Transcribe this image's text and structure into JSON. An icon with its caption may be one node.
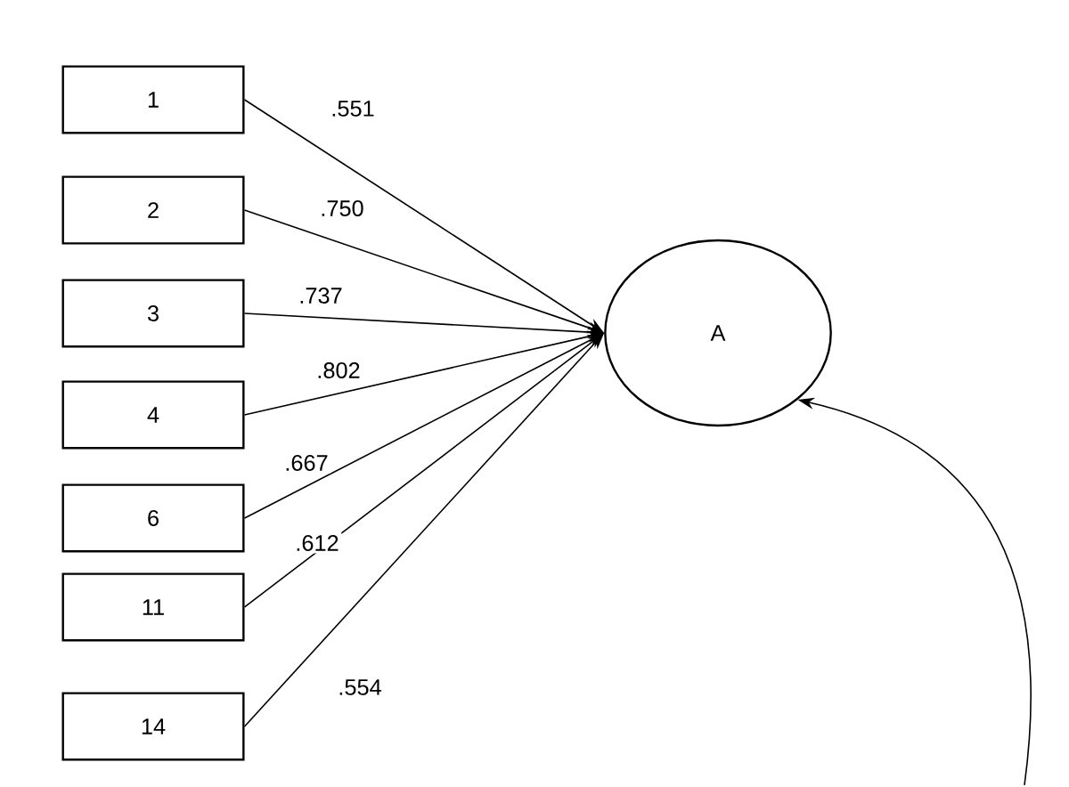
{
  "diagram": {
    "nodes": [
      {
        "text": [
          "1"
        ]
      },
      {
        "text": [
          "2"
        ]
      },
      {
        "text": [
          "3"
        ]
      },
      {
        "text": [
          "4"
        ]
      },
      {
        "text": [
          "6"
        ]
      },
      {
        "text": [
          "11"
        ]
      },
      {
        "text": [
          "14"
        ]
      },
      {
        "text": [
          "A"
        ]
      }
    ],
    "edges": [
      {
        "from": 0,
        "to": 7,
        "arrow": "to",
        "label": ".551"
      },
      {
        "from": 1,
        "to": 7,
        "arrow": "to",
        "label": ".750"
      },
      {
        "from": 2,
        "to": 7,
        "arrow": "to",
        "label": ".737"
      },
      {
        "from": 3,
        "to": 7,
        "arrow": "to",
        "label": ".802"
      },
      {
        "from": 4,
        "to": 7,
        "arrow": "to",
        "label": ".667"
      },
      {
        "from": 5,
        "to": 7,
        "arrow": "to",
        "label": ".612"
      },
      {
        "from": 6,
        "to": 7,
        "arrow": "to",
        "label": ".554"
      },
      {
        "from": null,
        "to": 7,
        "arrow": "to"
      }
    ]
  }
}
